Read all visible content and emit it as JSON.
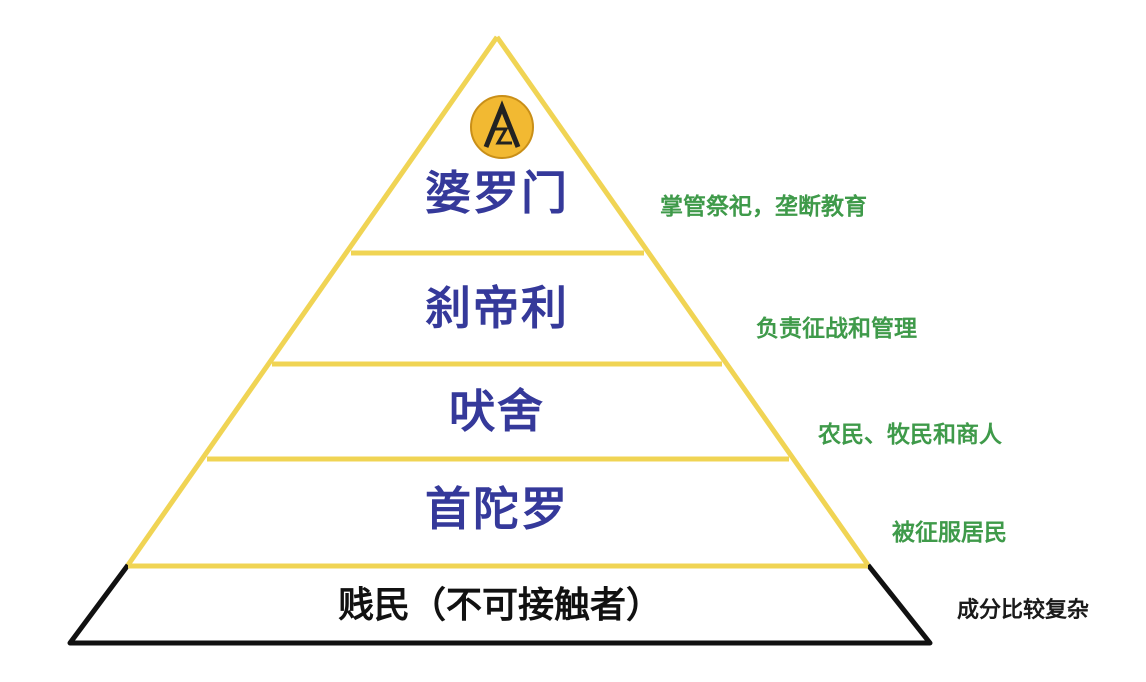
{
  "diagram": {
    "type": "pyramid",
    "colors": {
      "tier_outline": "#f0d454",
      "base_outline": "#111111",
      "tier_text": "#35399a",
      "description_text": "#3f9a4a",
      "logo_fill": "#f2b932"
    },
    "logo": {
      "icon": "caste-emblem-icon"
    },
    "tiers": [
      {
        "name": "婆罗门",
        "description": "掌管祭祀，垄断教育"
      },
      {
        "name": "刹帝利",
        "description": "负责征战和管理"
      },
      {
        "name": "吠舍",
        "description": "农民、牧民和商人"
      },
      {
        "name": "首陀罗",
        "description": "被征服居民"
      }
    ],
    "base": {
      "name": "贱民（不可接触者）",
      "description": "成分比较复杂"
    }
  }
}
